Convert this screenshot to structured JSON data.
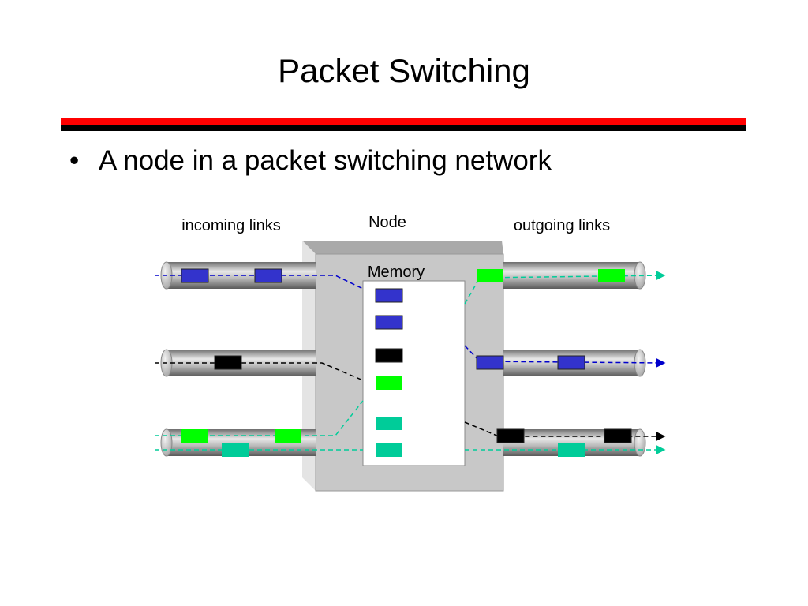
{
  "slide": {
    "title": "Packet Switching",
    "bullet": "A node in a packet switching network"
  },
  "diagram": {
    "label_incoming": "incoming links",
    "label_node": "Node",
    "label_outgoing": "outgoing links",
    "label_memory": "Memory",
    "colors": {
      "blue": "#3333cc",
      "black": "#000000",
      "green": "#00ff00",
      "teal": "#00cc99",
      "title_rule_red": "#ff0000",
      "title_rule_black": "#000000",
      "node_face": "#c8c8c8",
      "memory": "#ffffff"
    },
    "incoming_links": [
      {
        "packets": [
          "blue",
          "blue"
        ]
      },
      {
        "packets": [
          "black"
        ]
      },
      {
        "packets": [
          "green",
          "green",
          "teal"
        ]
      }
    ],
    "memory_queue": [
      "blue",
      "blue",
      "black",
      "green",
      "teal",
      "teal"
    ],
    "outgoing_links": [
      {
        "packets": [
          "green",
          "green"
        ]
      },
      {
        "packets": [
          "blue",
          "blue"
        ]
      },
      {
        "packets": [
          "black",
          "black",
          "teal"
        ]
      }
    ]
  }
}
